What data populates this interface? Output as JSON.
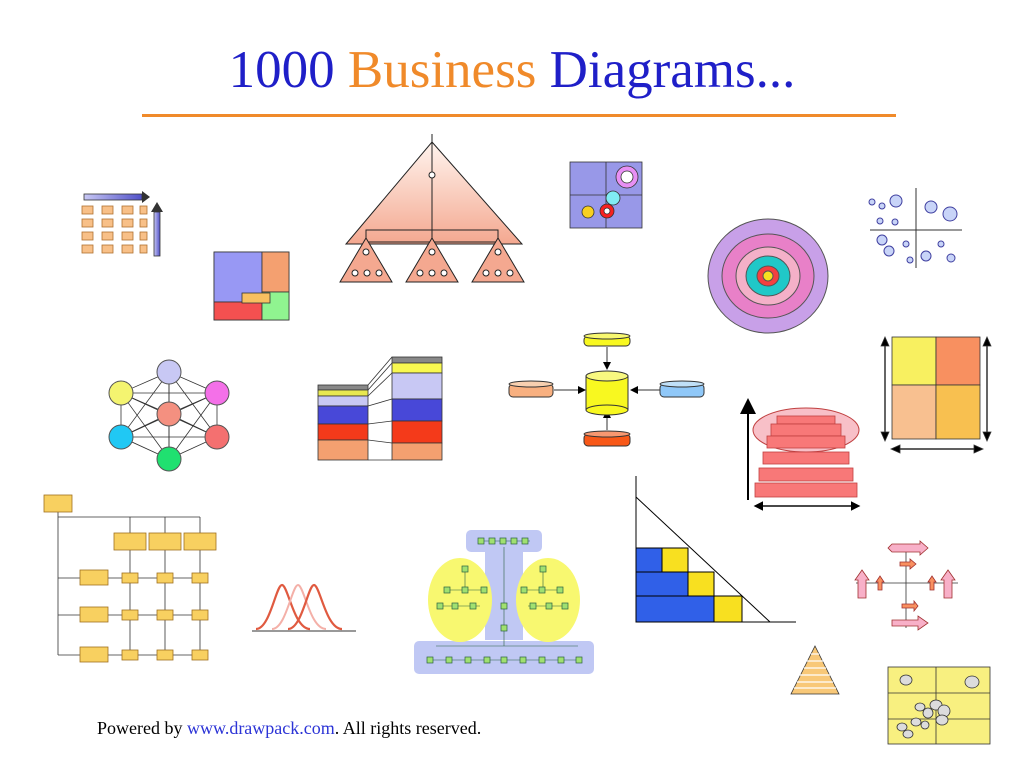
{
  "title": {
    "part1": "1000 ",
    "part2": "Business ",
    "part3": "Diagrams..."
  },
  "footer": {
    "prefix": "Powered by ",
    "link": "www.drawpack.com",
    "suffix": ". All rights reserved."
  },
  "colors": {
    "title_blue": "#1f1fc8",
    "title_orange": "#f08a2a",
    "link_blue": "#2c34d6"
  }
}
